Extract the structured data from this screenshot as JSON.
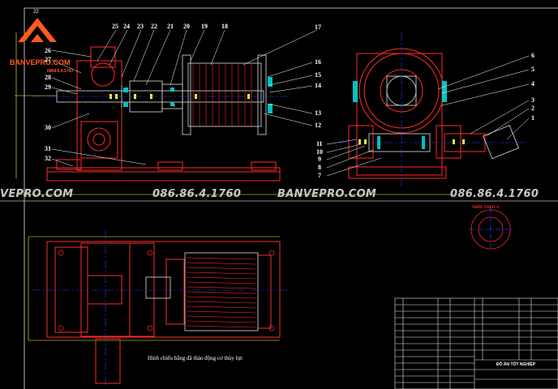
{
  "watermark": {
    "brand": "BANVEPRO.COM",
    "phone": "086.86.4.1760",
    "brand_cut": "VEPRO.COM"
  },
  "logo": {
    "brand": "BANVEPRO.COM",
    "phone": "0868.6.4.1760"
  },
  "callouts": {
    "left_top": [
      "25",
      "24",
      "23",
      "22",
      "21",
      "20",
      "19",
      "18"
    ],
    "left_side": [
      "26",
      "27",
      "28",
      "29",
      "30",
      "31",
      "32"
    ],
    "right_of_drum": [
      "17",
      "16",
      "15",
      "14",
      "13",
      "12"
    ],
    "right_view": [
      "6",
      "5",
      "4",
      "3",
      "2",
      "1"
    ],
    "right_view_left": [
      "11",
      "10",
      "9",
      "8",
      "7"
    ]
  },
  "plan_caption": "Hình chiếu bằng đã tháo động cơ thủy lực",
  "detail_label": "NHÌN THEO A",
  "title_block": {
    "title": "ĐỒ ÁN TỐT NGHIỆP"
  },
  "colors": {
    "background": "#000000",
    "outline": "#ff2a2a",
    "steel": "#c8c8c8",
    "centerline": "#2a3cff",
    "dim": "#ffff33",
    "hatch": "#00d7d7",
    "logo": "#ff5a1f"
  }
}
